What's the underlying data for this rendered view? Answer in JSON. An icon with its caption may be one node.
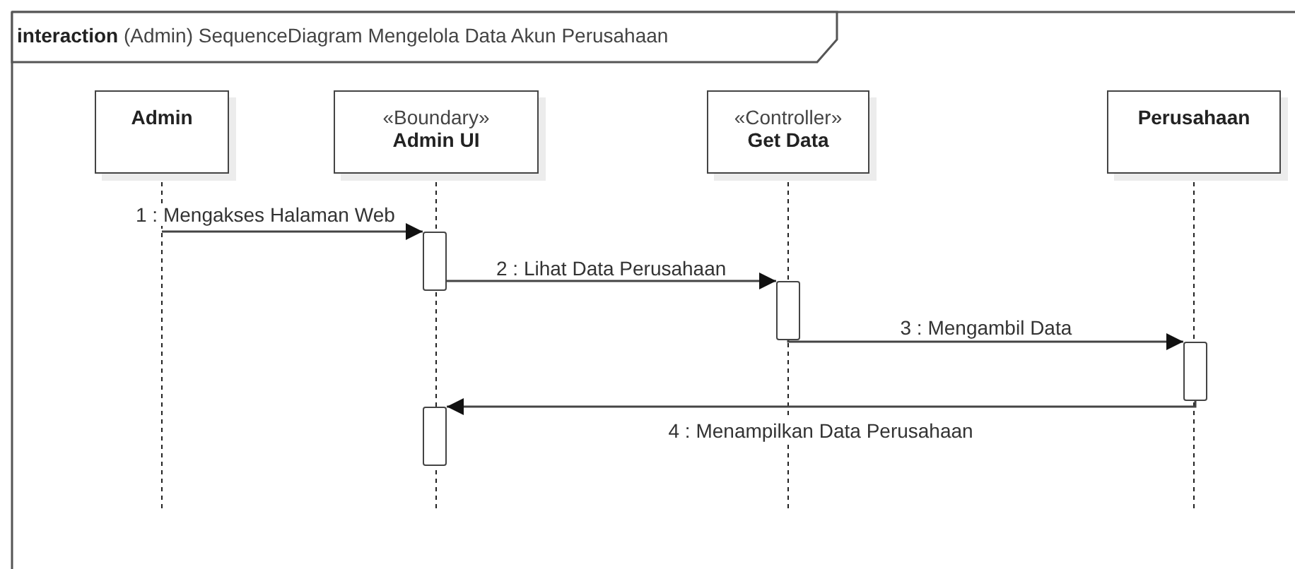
{
  "diagram": {
    "title": "**interaction** (Admin) SequenceDiagram Mengelola Data Akun Perusahaan",
    "nodes": [
      {
        "text": [
          "Admin"
        ]
      },
      {
        "text": [
          "«Boundary»",
          "Admin UI"
        ]
      },
      {
        "text": [
          "«Controller»",
          "Get Data"
        ]
      },
      {
        "text": [
          "Perusahaan"
        ]
      },
      {
        "text": [],
        "shape": "bar"
      },
      {
        "text": [],
        "shape": "bar"
      },
      {
        "text": [],
        "shape": "bar"
      },
      {
        "text": [],
        "shape": "bar"
      }
    ],
    "edges": [
      {
        "from": 0,
        "to": 4,
        "arrow": "to",
        "label": "1 : Mengakses Halaman Web"
      },
      {
        "from": 4,
        "to": 5,
        "arrow": "to",
        "label": "2 : Lihat Data Perusahaan"
      },
      {
        "from": 5,
        "to": 6,
        "arrow": "to",
        "label": "3 : Mengambil Data"
      },
      {
        "from": 6,
        "to": 7,
        "arrow": "to",
        "label": "4 : Menampilkan Data Perusahaan"
      }
    ]
  }
}
